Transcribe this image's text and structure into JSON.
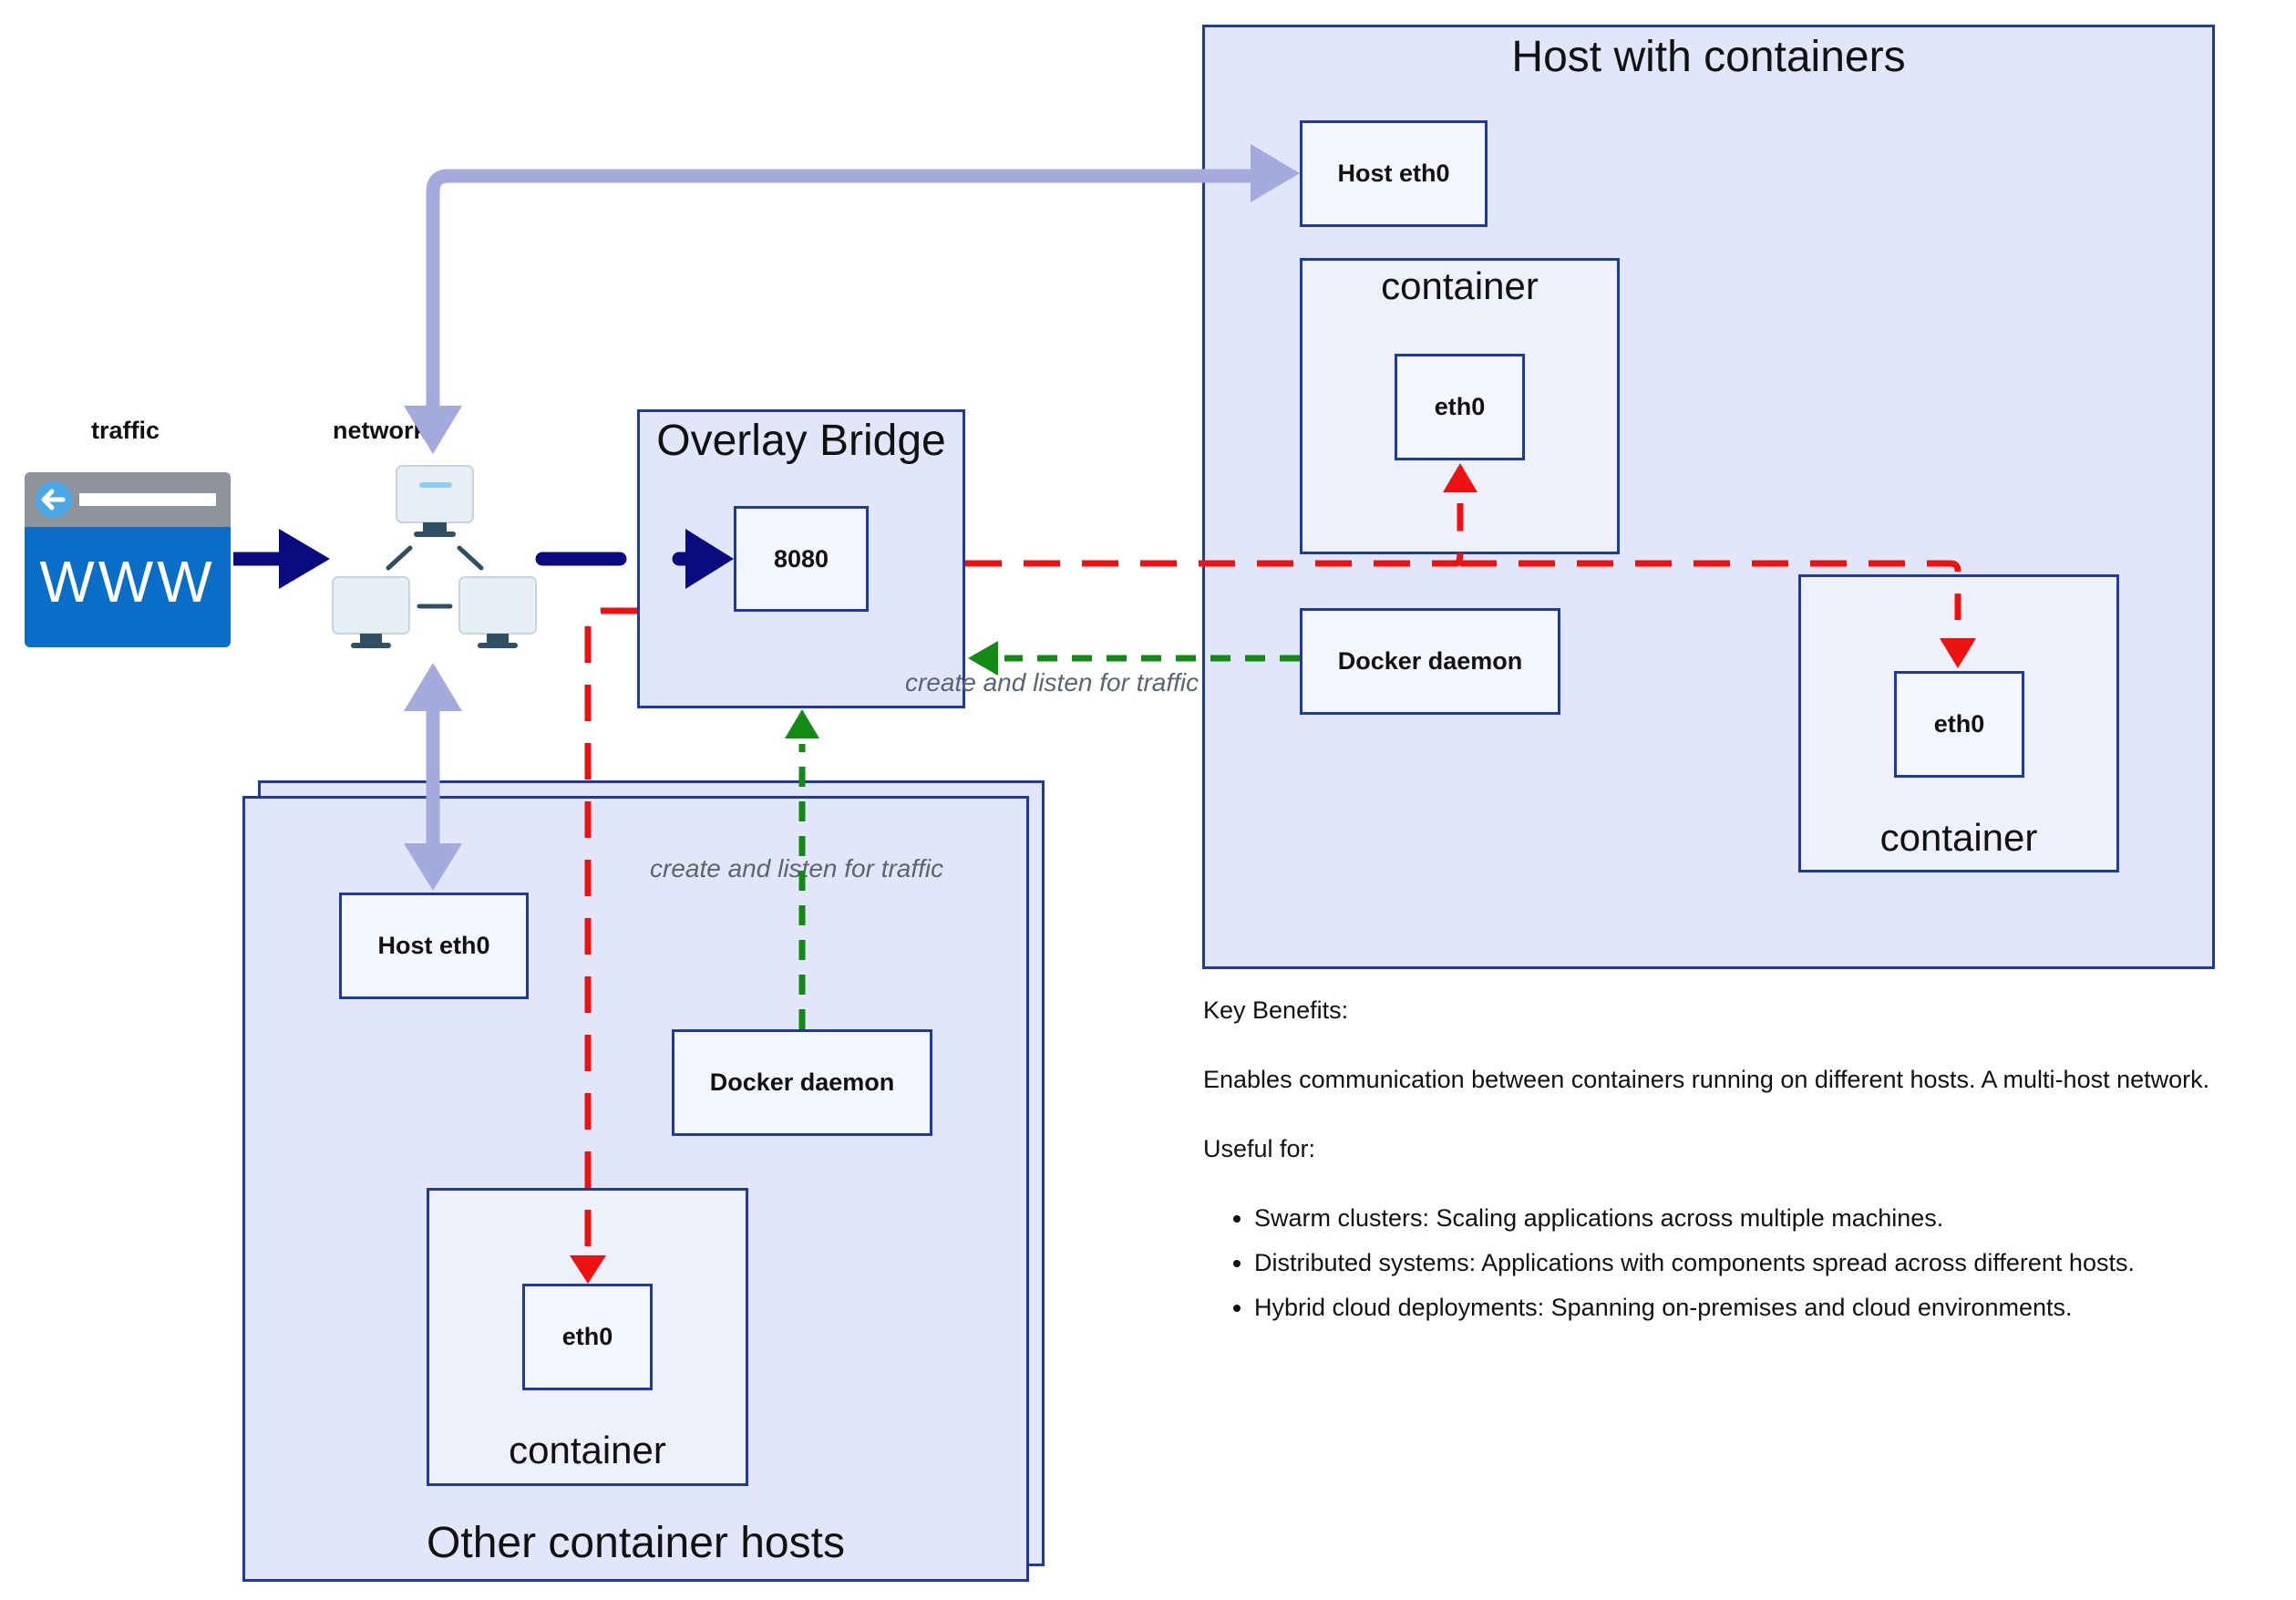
{
  "labels": {
    "traffic": "traffic",
    "network": "network",
    "www": "WWW"
  },
  "overlay_bridge": {
    "title": "Overlay Bridge",
    "port": "8080"
  },
  "host_with_containers": {
    "title": "Host with containers",
    "host_eth0": "Host eth0",
    "container_top": {
      "title": "container",
      "eth0": "eth0"
    },
    "docker_daemon": "Docker daemon",
    "container_right": {
      "title": "container",
      "eth0": "eth0"
    }
  },
  "other_hosts": {
    "title": "Other container hosts",
    "host_eth0": "Host eth0",
    "docker_daemon": "Docker daemon",
    "container": {
      "title": "container",
      "eth0": "eth0"
    }
  },
  "notes": {
    "create_listen_right": "create and listen for traffic",
    "create_listen_bottom": "create and listen for traffic"
  },
  "benefits": {
    "heading": "Key Benefits:",
    "description": "Enables communication between containers running on different hosts. A multi-host network.",
    "useful_heading": "Useful for:",
    "items": [
      "Swarm clusters: Scaling applications across multiple machines.",
      "Distributed systems: Applications with components spread across different hosts.",
      "Hybrid cloud deployments: Spanning on-premises and cloud environments."
    ]
  },
  "colors": {
    "region_fill": "#e1e7f8",
    "border": "#1e3aa0",
    "traffic_arrow": "#0b0b80",
    "uplink_arrow": "#a4a9de",
    "data_flow": "#ee1111",
    "daemon_flow": "#138a13"
  },
  "icons": [
    "browser-www-icon",
    "network-switch-icon"
  ]
}
